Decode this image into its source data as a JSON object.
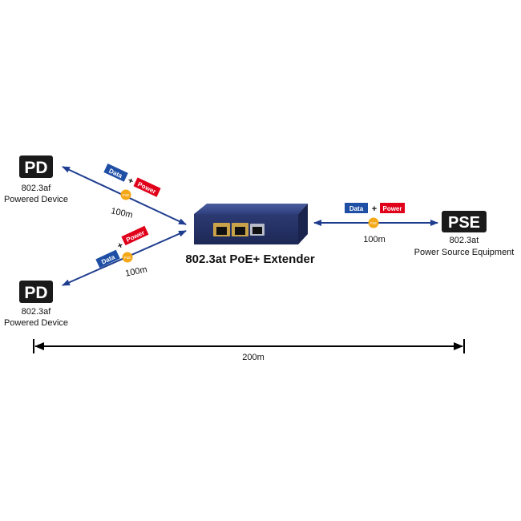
{
  "device": {
    "title": "802.3at PoE+ Extender"
  },
  "pd_top": {
    "badge": "PD",
    "standard": "802.3af",
    "role": "Powered Device"
  },
  "pd_bottom": {
    "badge": "PD",
    "standard": "802.3af",
    "role": "Powered Device"
  },
  "pse": {
    "badge": "PSE",
    "standard": "802.3at",
    "role": "Power Source Equipment"
  },
  "links": {
    "top": {
      "data": "Data",
      "plus": "+",
      "power": "Power",
      "poe": "PoE",
      "distance": "100m"
    },
    "bottom": {
      "data": "Data",
      "plus": "+",
      "power": "Power",
      "poe": "PoE",
      "distance": "100m"
    },
    "right": {
      "data": "Data",
      "plus": "+",
      "power": "Power",
      "poe": "PoE",
      "distance": "100m"
    }
  },
  "total": {
    "distance": "200m"
  },
  "colors": {
    "line": "#1f3d8f",
    "data_tag": "#1f4fa5",
    "power_tag": "#e0001a",
    "poe_dot": "#f4a818",
    "badge": "#1a1a1a",
    "device_body": "#2d3e7a"
  }
}
